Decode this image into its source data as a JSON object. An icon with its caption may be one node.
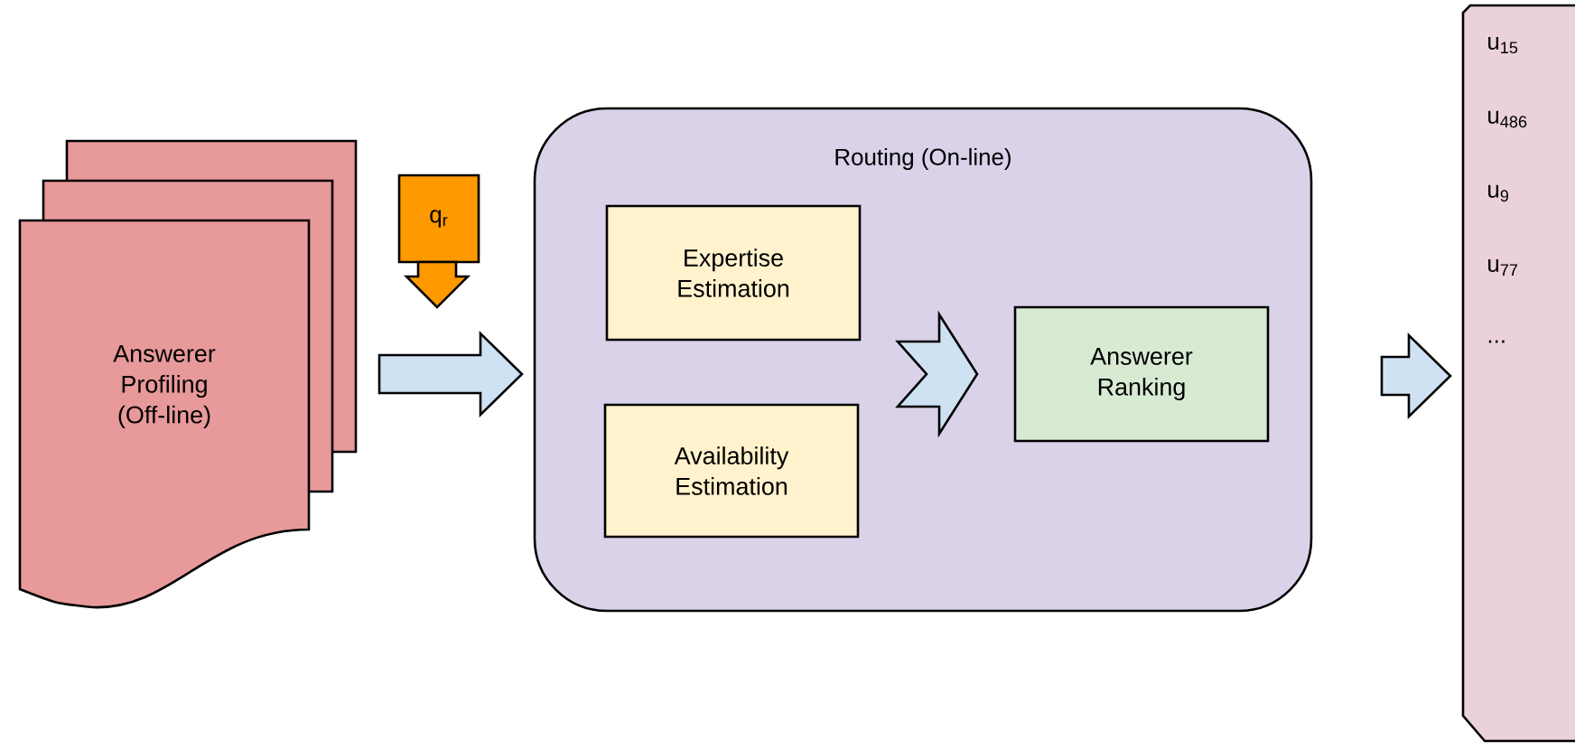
{
  "diagram": {
    "nodes": [
      {
        "text": [
          "Answerer Profiling (Off-line)"
        ]
      },
      {
        "text": [
          "q$_{r}$"
        ]
      },
      {
        "text": [
          "Routing (On-line)"
        ]
      },
      {
        "text": [
          "Expertise Estimation"
        ],
        "in": 2
      },
      {
        "text": [
          "Availability Estimation"
        ],
        "in": 2
      },
      {
        "text": [
          "Answerer Ranking"
        ],
        "in": 2
      },
      {
        "text": [
          "u$_{15}$",
          "u$_{486}$",
          "u$_{9}$",
          "u$_{77}$",
          "..."
        ]
      }
    ],
    "edges": [
      {
        "from": 0,
        "to": 2,
        "arrow": "to"
      },
      {
        "from": 1,
        "to": null,
        "arrow": "to",
        "color": "#ff9900"
      },
      {
        "from": 3,
        "to": 5,
        "arrow": "to"
      },
      {
        "from": 4,
        "to": 5,
        "arrow": "to"
      },
      {
        "from": 2,
        "to": 6,
        "arrow": "to"
      }
    ]
  }
}
